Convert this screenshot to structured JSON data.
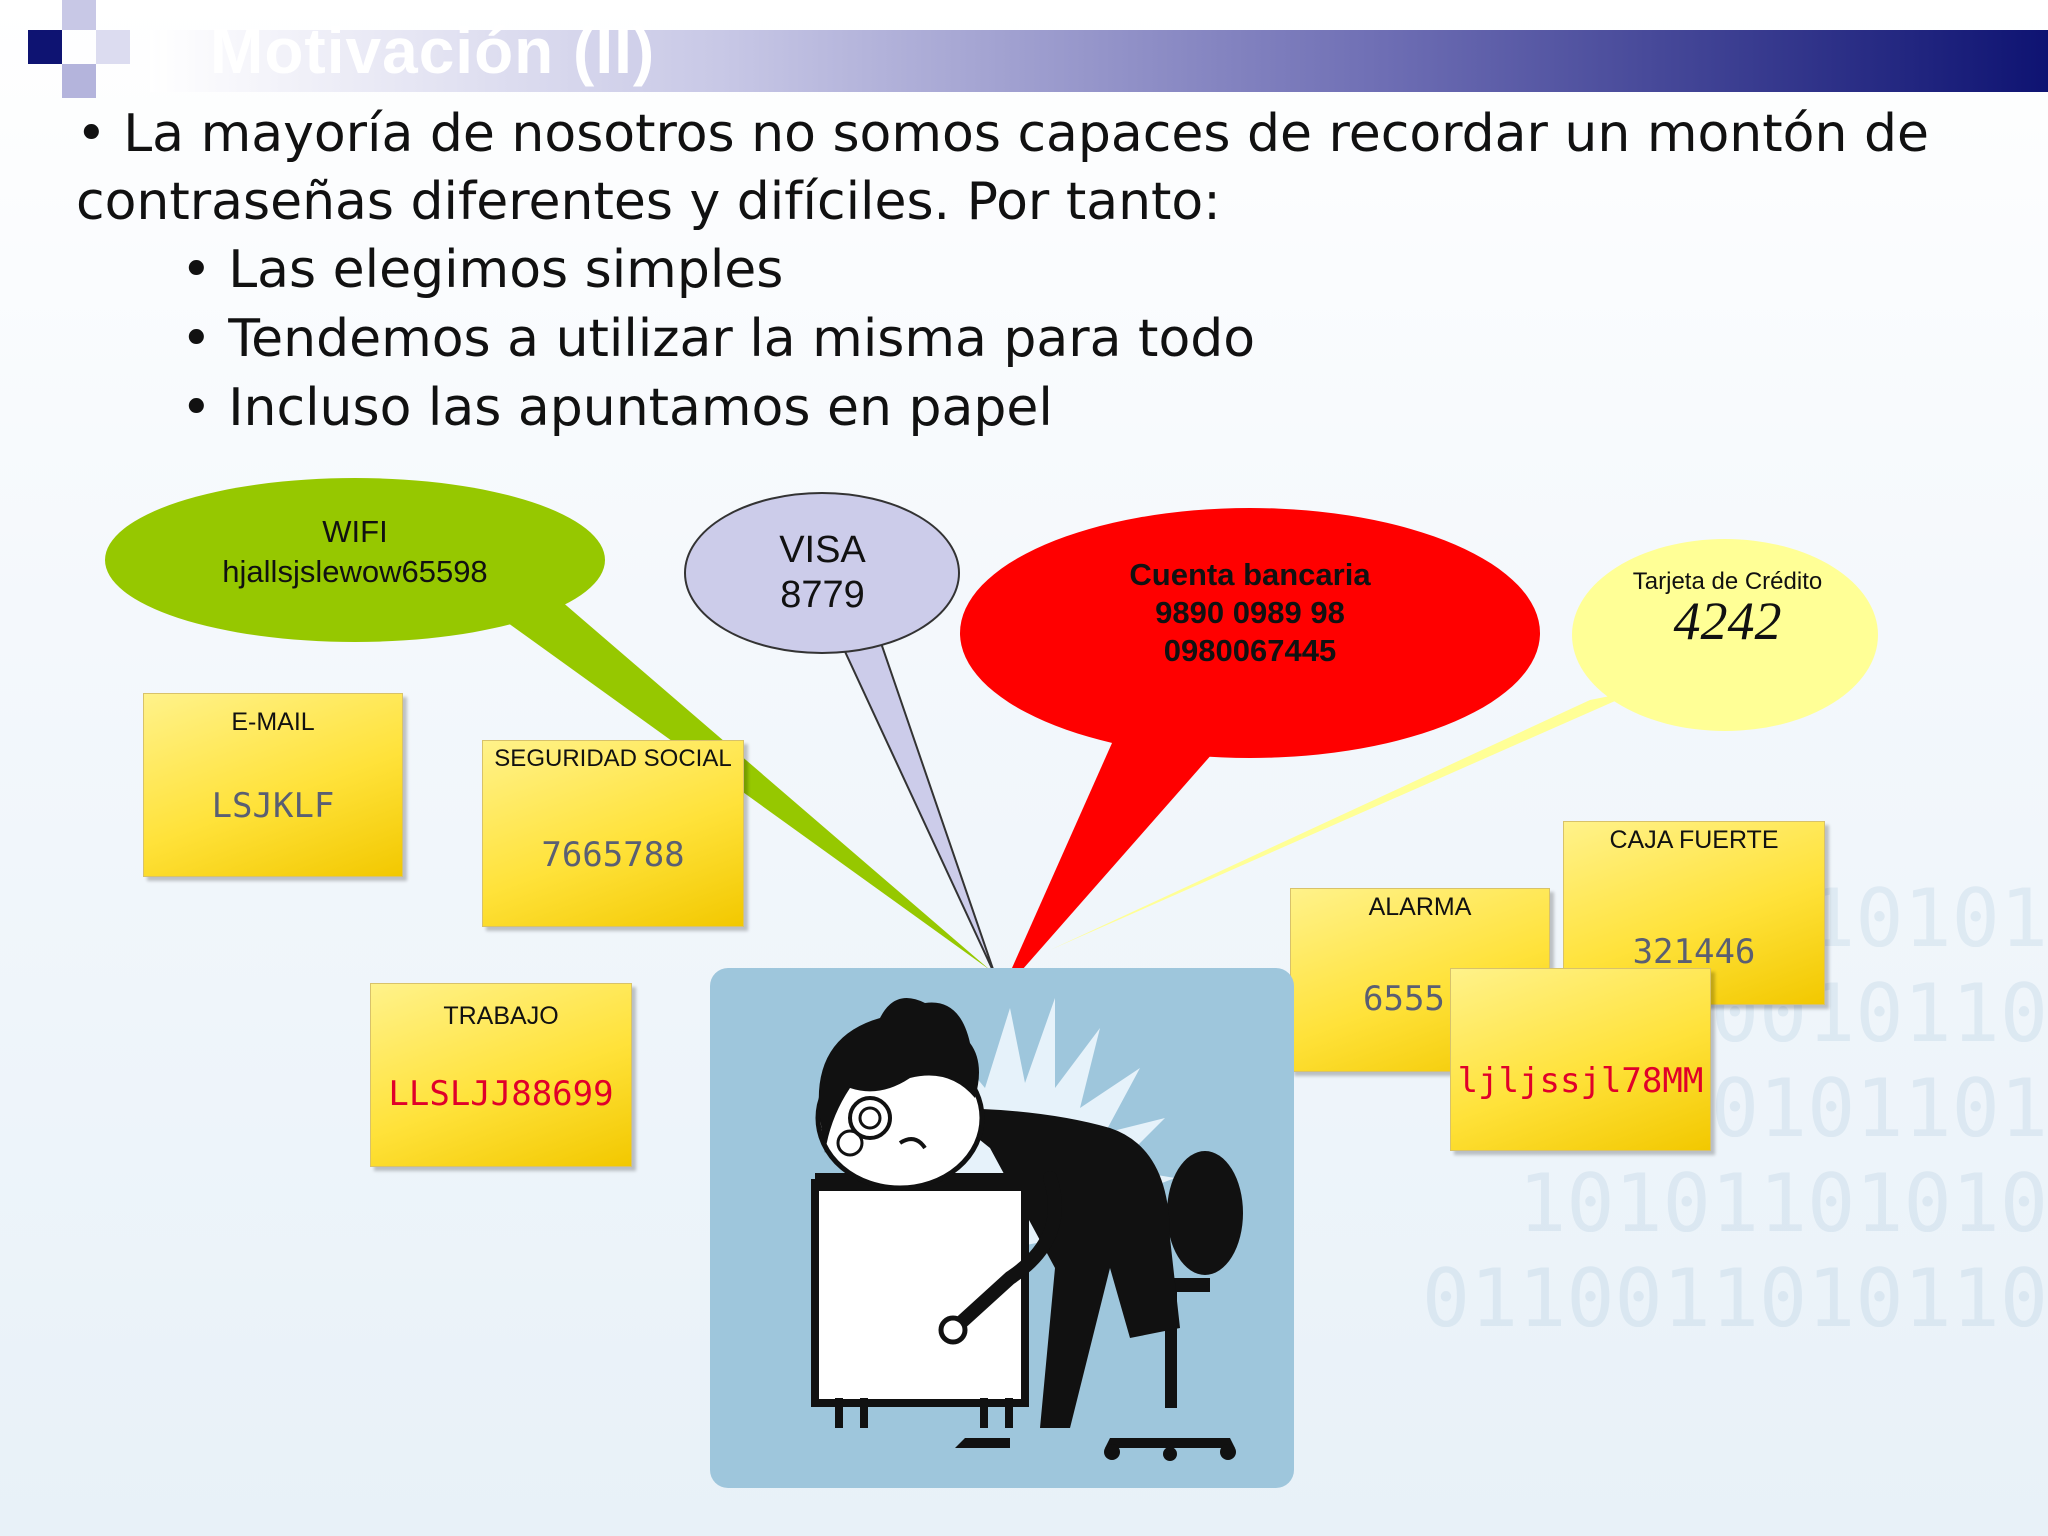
{
  "header": {
    "title": "Motivación (II)"
  },
  "bullets": {
    "main": "• La mayoría de nosotros no somos capaces de recordar un montón de contraseñas diferentes y difíciles. Por tanto:",
    "items": [
      "• Las elegimos simples",
      "• Tendemos a utilizar la misma para todo",
      "• Incluso las apuntamos en papel"
    ]
  },
  "callouts": {
    "wifi": {
      "label": "WIFI",
      "value": "hjallsjslewow65598",
      "color": "#96c800"
    },
    "visa": {
      "label": "VISA",
      "value": "8779",
      "color": "#ccccea"
    },
    "bank": {
      "label": "Cuenta bancaria",
      "value1": "9890 0989 98",
      "value2": "0980067445",
      "color": "#ff0000"
    },
    "credit": {
      "label": "Tarjeta de Crédito",
      "value": "4242",
      "color": "#ffff96"
    }
  },
  "notes": {
    "email": {
      "label": "E-MAIL",
      "value": "LSJKLF"
    },
    "social": {
      "label": "SEGURIDAD SOCIAL",
      "value": "7665788"
    },
    "work": {
      "label": "TRABAJO",
      "value": "LLSLJJ88699"
    },
    "alarm": {
      "label": "ALARMA",
      "value": "6555"
    },
    "safe": {
      "label": "CAJA FUERTE",
      "value": "321446"
    },
    "extra": {
      "value": "ljljssjl78MM"
    }
  },
  "colors": {
    "title_bar_end": "#0e1372",
    "note_yellow": "#ffe23a",
    "red_text": "#e0002a"
  }
}
